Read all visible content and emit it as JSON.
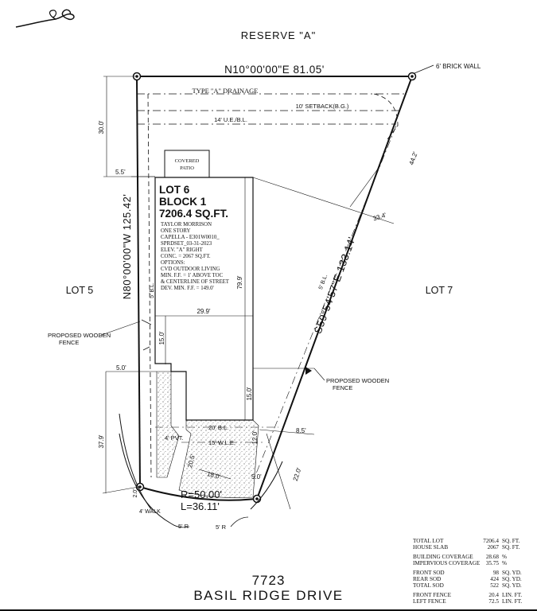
{
  "title": {
    "reserve": "RESERVE \"A\""
  },
  "boundary": {
    "north": "N10°00'00\"E  81.05'",
    "west": "N80°00'00\"W  125.42'",
    "east": "S59°54'57\"E  133.14'",
    "curve_radius": "R=50.00'",
    "curve_length": "L=36.11'"
  },
  "notes": {
    "brick_wall": "6' BRICK WALL",
    "drainage": "TYPE \"A\" DRAINAGE",
    "setback": "10' SETBACK(B.G.)",
    "ue_bl": "14' U.E./B.L.",
    "bl_5_left": "5' B.L.",
    "bl_5_right": "5' B.L.",
    "bl_20": "20' B.L.",
    "wle_15": "15' W.L.E.",
    "pvt_4": "4' PVT.",
    "walk": "4' WALK",
    "radius_5_left": "5' R",
    "radius_5_right": "5' R",
    "fence_left": [
      "PROPOSED WOODEN",
      "FENCE"
    ],
    "fence_right": [
      "PROPOSED WOODEN",
      "FENCE"
    ],
    "covered_patio": [
      "COVERED",
      "PATIO"
    ]
  },
  "dimensions": {
    "d30_0": "30.0'",
    "d5_5": "5.5'",
    "d44_2": "44.2'",
    "d33_4": "33.4'",
    "d79_9": "79.9'",
    "d29_9": "29.9'",
    "d15_0_left": "15.0'",
    "d5_0_left": "5.0'",
    "d37_9": "37.9'",
    "d15_0_right": "15.0'",
    "d8_5": "8.5'",
    "d12_0": "12.0'",
    "d22_0": "22.0'",
    "d20_5": "20.5'",
    "d18_0": "18.0'",
    "d5_0_right": "5.0'",
    "d2_0": "2.0'"
  },
  "lot": {
    "lot": "LOT 6",
    "block": "BLOCK 1",
    "area": "7206.4 SQ.FT.",
    "details": [
      "TAYLOR MORRISON",
      "ONE STORY",
      "CAPELLA - E301W0010_",
      "SPRDSET_03-31-2023",
      "ELEV. \"A\" RIGHT",
      "CONC. = 2067 SQ.FT.",
      "OPTIONS:",
      "CVD OUTDOOR LIVING",
      "MIN. F.F. = 1' ABOVE TOC",
      "& CENTERLINE OF STREET",
      "DEV. MIN. F.F. = 149.0'"
    ]
  },
  "neighbors": {
    "lot5": "LOT 5",
    "lot7": "LOT 7"
  },
  "stats": [
    {
      "label": "TOTAL LOT",
      "value": "7206.4",
      "unit": "SQ. FT."
    },
    {
      "label": "HOUSE SLAB",
      "value": "2067",
      "unit": "SQ. FT."
    },
    {
      "gap": true
    },
    {
      "label": "BUILDING COVERAGE",
      "value": "28.68",
      "unit": "%"
    },
    {
      "label": "IMPERVIOUS COVERAGE",
      "value": "35.75",
      "unit": "%"
    },
    {
      "gap": true
    },
    {
      "label": "FRONT SOD",
      "value": "98",
      "unit": "SQ. YD."
    },
    {
      "label": "REAR SOD",
      "value": "424",
      "unit": "SQ. YD."
    },
    {
      "label": "TOTAL SOD",
      "value": "522",
      "unit": "SQ. YD."
    },
    {
      "gap": true
    },
    {
      "label": "FRONT FENCE",
      "value": "20.4",
      "unit": "LIN. FT."
    },
    {
      "label": "LEFT FENCE",
      "value": "72.5",
      "unit": "LIN. FT."
    }
  ],
  "address": {
    "number": "7723",
    "street": "BASIL RIDGE DRIVE"
  }
}
